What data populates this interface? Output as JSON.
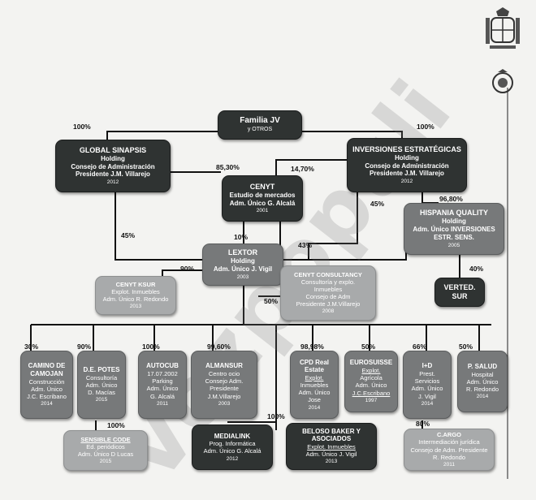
{
  "root": {
    "title": "Familia JV",
    "subtitle": "y OTROS"
  },
  "global_sinapsis": {
    "l1": "GLOBAL SINAPSIS",
    "l2": "Holding",
    "l3": "Consejo de Administración",
    "l4": "Presidente J.M. Villarejo",
    "year": "2012"
  },
  "inversiones": {
    "l1": "INVERSIONES ESTRATÉGICAS",
    "l2": "Holding",
    "l3": "Consejo de Administración",
    "l4": "Presidente J.M. Villarejo",
    "year": "2012"
  },
  "cenyt": {
    "l1": "CENYT",
    "l2": "Estudio de mercados",
    "l3": "Adm. Único G. Alcalá",
    "year": "2001"
  },
  "hispania": {
    "l1": "HISPANIA QUALITY",
    "l2": "Holding",
    "l3": "Adm. Único INVERSIONES",
    "l4": "ESTR. SENS.",
    "year": "2005"
  },
  "lextor": {
    "l1": "LEXTOR",
    "l2": "Holding",
    "l3": "Adm. Único J. Vigil",
    "year": "2003"
  },
  "cenyt_ksur": {
    "l1": "CENYT KSUR",
    "l2": "Explot. Inmuebles",
    "l3": "Adm. Único R. Redondo",
    "year": "2013"
  },
  "cenyt_consultancy": {
    "l1": "CENYT CONSULTANCY",
    "l2": "Consultoría y explo.",
    "l3": "Inmuebles",
    "l4": "Consejo de Adm",
    "l5": "Presidente J.M.Villarejo",
    "year": "2008"
  },
  "verted": {
    "l1": "VERTED.",
    "l2": "SUR"
  },
  "camino": {
    "l1": "CAMINO DE",
    "l2": "CAMOJAN",
    "l3": "Construcción",
    "l4": "Adm. Único",
    "l5": "J.C. Escribano",
    "year": "2014"
  },
  "de_potes": {
    "l1": "D.E. POTES",
    "l2": "Consultoría",
    "l3": "Adm. Único",
    "l4": "D. Macías",
    "year": "2015"
  },
  "autocub": {
    "l1": "AUTOCUB",
    "l2": "17.07.2002",
    "l3": "Parking",
    "l4": "Adm. Único",
    "l5": "G. Alcalá",
    "year": "2011"
  },
  "almansur": {
    "l1": "ALMANSUR",
    "l2": "Centro ocio",
    "l3": "Consejo Adm.",
    "l4": "Presidente",
    "l5": "J.M.Villarejo",
    "year": "2003"
  },
  "cpd": {
    "l1": "CPD Real",
    "l2": "Estate",
    "l3": "Explot.",
    "l4": "Inmuebles",
    "l5": "Adm. Único",
    "l6": "Jose",
    "year": "2014"
  },
  "eurosuisse": {
    "l1": "EUROSUISSE",
    "l2": "Explot.",
    "l3": "Agrícola",
    "l4": "Adm. Único",
    "l5": "J.C.Escribano",
    "year": "1997"
  },
  "imasd": {
    "l1": "I+D",
    "l2": "Prest.",
    "l3": "Servicios",
    "l4": "Adm. Único",
    "l5": "J. Vigil",
    "year": "2014"
  },
  "psalud": {
    "l1": "P. SALUD",
    "l2": "Hospital",
    "l3": "Adm. Único",
    "l4": "R. Redondo",
    "year": "2014"
  },
  "sensible": {
    "l1": "SENSIBLE CODE",
    "l2": "Ed. periódicos",
    "l3": "Adm. Único D Lucas",
    "year": "2015"
  },
  "medialink": {
    "l1": "MEDIALINK",
    "l2": "Prog. Informática",
    "l3": "Adm. Único G. Alcalá",
    "year": "2012"
  },
  "beloso": {
    "l1": "BELOSO BAKER Y",
    "l2": "ASOCIADOS",
    "l3": "Explot. Inmuebles",
    "l4": "Adm. Único J. Vigil",
    "year": "2013"
  },
  "cargo": {
    "l1": "C.ARGO",
    "l2": "Intermediación jurídica",
    "l3": "Consejo de Adm. Presidente",
    "l4": "R. Redondo",
    "year": "2011"
  },
  "percentages": {
    "gs": "100%",
    "inv": "100%",
    "cenyt_gs": "85,30%",
    "cenyt_inv": "14,70%",
    "hisp": "96,80%",
    "inv_lextor": "45%",
    "gs_lextor": "45%",
    "cenyt_lextor": "10%",
    "cons": "43%",
    "ksur": "90%",
    "lextor_cons": "50%",
    "verted": "40%",
    "camino": "30%",
    "potes": "90%",
    "autocub": "100%",
    "almansur": "99,60%",
    "cpd": "98,98%",
    "euro": "50%",
    "imasd": "66%",
    "psalud": "50%",
    "sensible": "100%",
    "beloso": "100%",
    "cargo": "80%"
  },
  "watermark": "Vozpopuli"
}
